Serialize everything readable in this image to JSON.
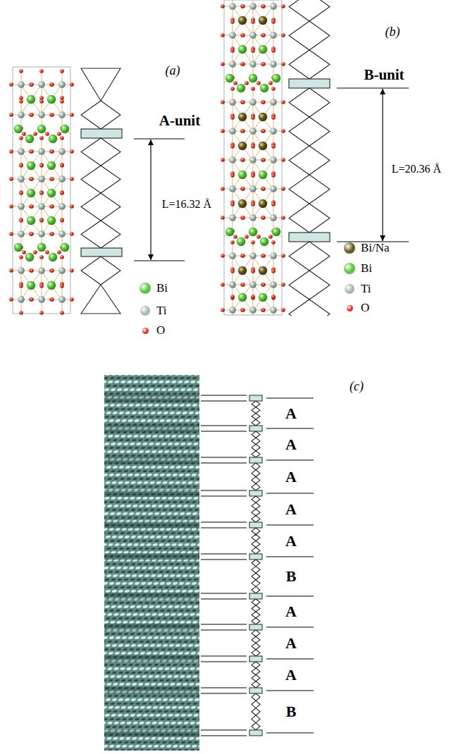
{
  "diagram": {
    "labels": [
      "(a)",
      "A-unit",
      "L=16.32 Å",
      "(b)",
      "B-unit",
      "L=20.36 Å",
      "(c)",
      "A",
      "A",
      "A",
      "A",
      "A",
      "B",
      "A",
      "A",
      "A",
      "B"
    ],
    "legend": [
      {
        "text": "Bi",
        "color": "#5bc43a"
      },
      {
        "text": "Ti",
        "color": "#a7b8b4"
      },
      {
        "text": "O",
        "color": "#e3331c"
      },
      {
        "text": "Bi/Na",
        "color": "#6b5a1c"
      },
      {
        "text": "Bi",
        "color": "#5bc43a"
      },
      {
        "text": "Ti",
        "color": "#a7b8b4"
      },
      {
        "text": "O",
        "color": "#e3331c"
      }
    ]
  }
}
